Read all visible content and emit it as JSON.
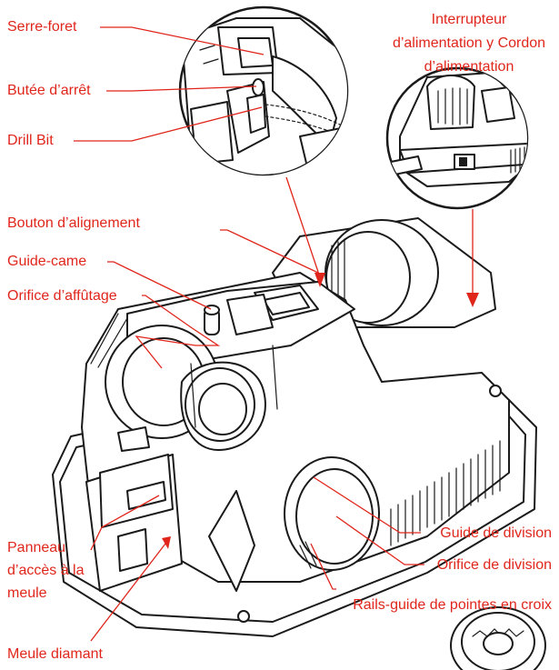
{
  "labels": {
    "chuck": "Serre-foret",
    "stop": "Butée d’arrêt",
    "drill_bit": "Drill Bit",
    "switch_line1": "Interrupteur",
    "switch_line2": "d’alimentation y Cordon",
    "switch_line3": "d’alimentation",
    "align_button": "Bouton d’alignement",
    "cam_guide": "Guide-came",
    "sharpening_port": "Orifice d’affûtage",
    "split_guide": "Guide de division",
    "split_port": "Orifice de division",
    "access_line1": "Panneau",
    "access_line2": "d’accès à la",
    "access_line3": "meule",
    "cross_rails": "Rails-guide de pointes en croix",
    "diamond_wheel": "Meule diamant"
  },
  "colors": {
    "label": "#e0261b",
    "outline": "#1a1a1a",
    "background": "#ffffff"
  },
  "icons": {
    "device": "drill-sharpener-illustration",
    "inset_chuck": "chuck-closeup-inset",
    "inset_switch": "power-switch-closeup-inset",
    "wheel": "diamond-wheel-icon"
  }
}
